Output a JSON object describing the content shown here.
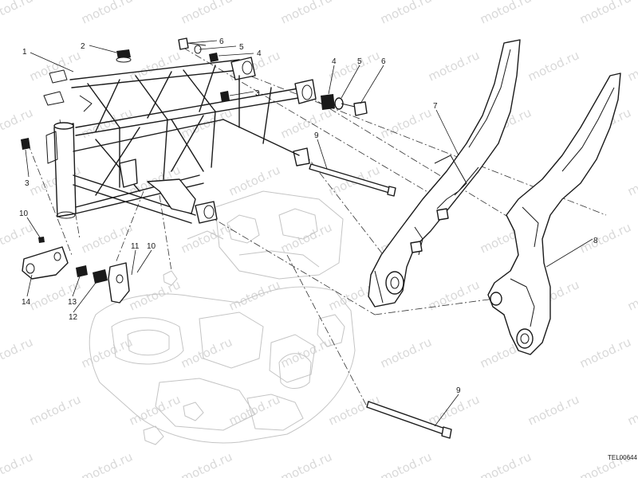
{
  "watermark": "motod.ru",
  "drawing_code": "TEL00644",
  "callouts": [
    {
      "id": "c1",
      "text": "1"
    },
    {
      "id": "c2",
      "text": "2"
    },
    {
      "id": "c6a",
      "text": "6"
    },
    {
      "id": "c5a",
      "text": "5"
    },
    {
      "id": "c4a",
      "text": "4"
    },
    {
      "id": "c3a",
      "text": "3"
    },
    {
      "id": "c4b",
      "text": "4"
    },
    {
      "id": "c5b",
      "text": "5"
    },
    {
      "id": "c6b",
      "text": "6"
    },
    {
      "id": "c7",
      "text": "7"
    },
    {
      "id": "c9a",
      "text": "9"
    },
    {
      "id": "c3b",
      "text": "3"
    },
    {
      "id": "c10a",
      "text": "10"
    },
    {
      "id": "c11",
      "text": "11"
    },
    {
      "id": "c10b",
      "text": "10"
    },
    {
      "id": "c14",
      "text": "14"
    },
    {
      "id": "c13",
      "text": "13"
    },
    {
      "id": "c12",
      "text": "12"
    },
    {
      "id": "c8",
      "text": "8"
    },
    {
      "id": "c9b",
      "text": "9"
    }
  ]
}
